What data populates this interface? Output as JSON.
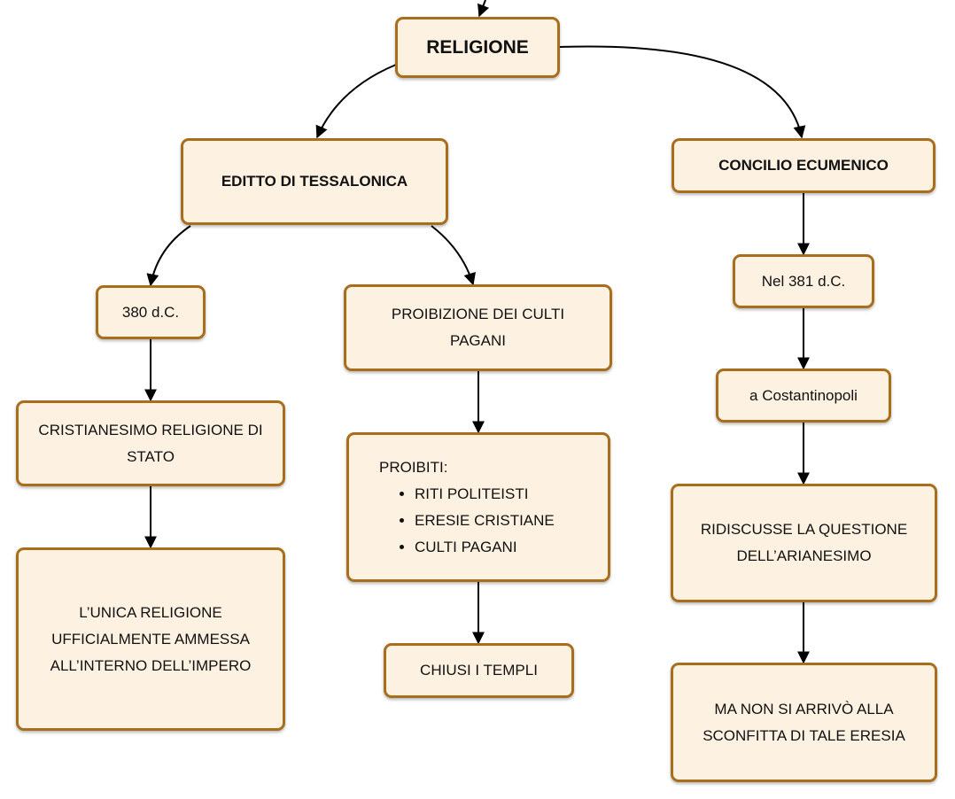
{
  "nodes": {
    "religione": "RELIGIONE",
    "editto": "EDITTO DI TESSALONICA",
    "concilio": "CONCILIO ECUMENICO",
    "anno380": "380 d.C.",
    "proibizione": "PROIBIZIONE DEI CULTI PAGANI",
    "nel381": "Nel 381 d.C.",
    "costantinopoli": "a Costantinopoli",
    "cristianesimo": "CRISTIANESIMO RELIGIONE DI STATO",
    "proibiti_title": "PROIBITI:",
    "proibiti_items": [
      "RITI POLITEISTI",
      "ERESIE CRISTIANE",
      "CULTI PAGANI"
    ],
    "ridiscusse": "RIDISCUSSE LA QUESTIONE DELL’ARIANESIMO",
    "unica": "L’UNICA RELIGIONE UFFICIALMENTE AMMESSA ALL’INTERNO DELL’IMPERO",
    "templi": "CHIUSI I TEMPLI",
    "sconfitta": "MA NON SI ARRIVÒ ALLA SCONFITTA DI TALE ERESIA"
  },
  "colors": {
    "fill": "#fdf1e1",
    "border": "#a86e1c",
    "edge": "#000000"
  }
}
